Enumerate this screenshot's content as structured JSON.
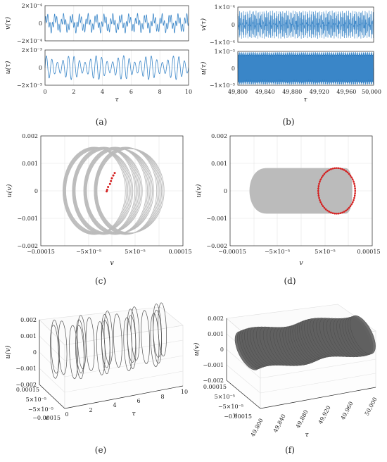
{
  "chart_data": [
    {
      "id": "a",
      "label": "(a)",
      "type": "line",
      "subplots": [
        {
          "ylabel": "v(τ)",
          "y_ticks": [
            "2×10⁻⁴",
            "0",
            "−2×10⁻⁴"
          ],
          "ylim": [
            -0.0002,
            0.0002
          ],
          "color": "#3a86c8"
        },
        {
          "ylabel": "u(τ)",
          "y_ticks": [
            "2×10⁻³",
            "0",
            "−2×10⁻³"
          ],
          "ylim": [
            -0.002,
            0.002
          ],
          "color": "#3a86c8"
        }
      ],
      "xlabel": "τ",
      "xlim": [
        0,
        10
      ],
      "x_ticks": [
        "0",
        "2",
        "4",
        "6",
        "8",
        "10"
      ]
    },
    {
      "id": "b",
      "label": "(b)",
      "type": "line",
      "subplots": [
        {
          "ylabel": "v(τ)",
          "y_ticks": [
            "1×10⁻⁴",
            "0",
            "−1×10⁻⁴"
          ],
          "ylim": [
            -0.0001,
            0.0001
          ],
          "color": "#3a86c8"
        },
        {
          "ylabel": "u(τ)",
          "y_ticks": [
            "1×10⁻³",
            "0",
            "−1×10⁻³"
          ],
          "ylim": [
            -0.001,
            0.001
          ],
          "color": "#1565b0"
        }
      ],
      "xlabel": "τ",
      "xlim": [
        49800,
        50000
      ],
      "x_ticks": [
        "49,800",
        "49,840",
        "49,880",
        "49,920",
        "49,960",
        "50,000"
      ]
    },
    {
      "id": "c",
      "label": "(c)",
      "type": "scatter",
      "xlabel": "v",
      "ylabel": "u(v)",
      "xlim": [
        -0.00015,
        0.00015
      ],
      "ylim": [
        -0.002,
        0.002
      ],
      "x_ticks": [
        "−0.00015",
        "−5×10⁻⁵",
        "5×10⁻⁵",
        "0.00015"
      ],
      "y_ticks": [
        "0.002",
        "0.001",
        "0",
        "−0.001",
        "−0.002"
      ],
      "orbit_color": "#bbbbbb",
      "section_color": "#d42020",
      "section_points": [
        [
          -1e-05,
          4e-05
        ],
        [
          -8e-06,
          0.00014
        ],
        [
          -4e-06,
          0.00025
        ],
        [
          -2e-06,
          0.00036
        ],
        [
          0.0,
          0.00046
        ],
        [
          3e-06,
          0.00056
        ],
        [
          6e-06,
          0.00065
        ],
        [
          -1.1e-05,
          -2e-05
        ]
      ]
    },
    {
      "id": "d",
      "label": "(d)",
      "type": "scatter",
      "xlabel": "v",
      "ylabel": "u(v)",
      "xlim": [
        -0.00015,
        0.00015
      ],
      "ylim": [
        -0.002,
        0.002
      ],
      "x_ticks": [
        "−0.00015",
        "−5×10⁻⁵",
        "5×10⁻⁵",
        "0.00015"
      ],
      "y_ticks": [
        "0.002",
        "0.001",
        "0",
        "−0.001",
        "−0.002"
      ],
      "fill_color": "#bbbbbb",
      "section_color": "#d42020",
      "section_center": [
        7.5e-05,
        0.0
      ],
      "section_radius": [
        3.9e-05,
        0.00083
      ]
    },
    {
      "id": "e",
      "label": "(e)",
      "type": "line3d",
      "xlabel": "v",
      "ylabel": "τ",
      "zlabel": "u(v)",
      "z_ticks": [
        "0.002",
        "0.001",
        "0",
        "−0.001",
        "−0.002"
      ],
      "v_ticks": [
        "0.00015",
        "5×10⁻⁵",
        "−5×10⁻⁵",
        "−0.00015"
      ],
      "tau_ticks": [
        "0",
        "2",
        "4",
        "6",
        "8",
        "10"
      ],
      "color": "#555555"
    },
    {
      "id": "f",
      "label": "(f)",
      "type": "surface3d",
      "xlabel": "v",
      "ylabel": "τ",
      "zlabel": "u(v)",
      "z_ticks": [
        "0.002",
        "0.001",
        "0",
        "−0.001",
        "−0.002"
      ],
      "v_ticks": [
        "0.00015",
        "5×10⁻⁵",
        "−5×10⁻⁵",
        "−0.00015"
      ],
      "tau_ticks": [
        "49,800",
        "49,840",
        "49,880",
        "49,920",
        "49,960",
        "50,000"
      ],
      "color": "#606060"
    }
  ]
}
